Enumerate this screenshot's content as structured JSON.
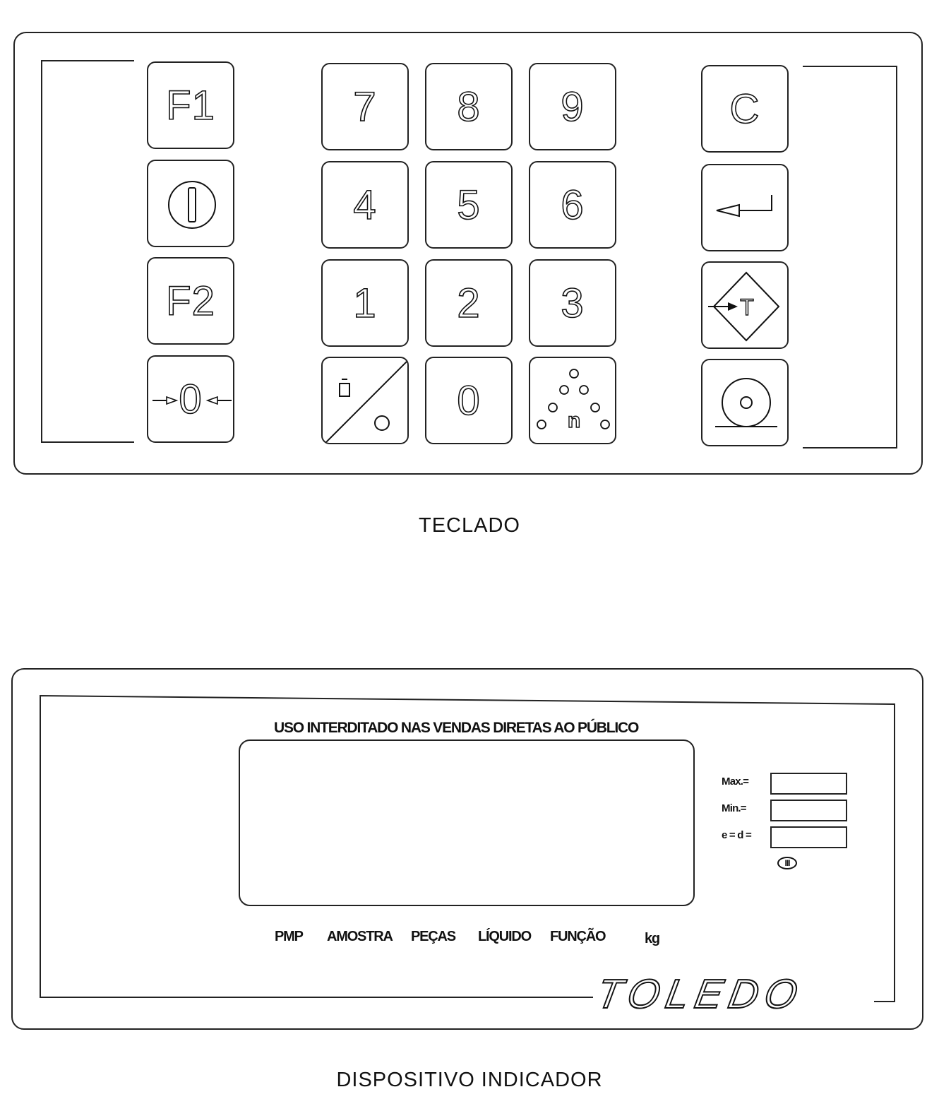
{
  "keypad": {
    "caption": "TECLADO",
    "keys": {
      "f1": "F1",
      "f2": "F2",
      "k7": "7",
      "k8": "8",
      "k9": "9",
      "k4": "4",
      "k5": "5",
      "k6": "6",
      "k1": "1",
      "k2": "2",
      "k3": "3",
      "k0": "0",
      "clear": "C",
      "zero_set": "0",
      "tare": "T",
      "count": "n"
    },
    "icons": {
      "power": "power-icon",
      "zero_set": "zero-set-icon",
      "sample_weight": "sample-weight-icon",
      "piece_count": "piece-count-icon",
      "enter": "enter-arrow-icon",
      "tare": "tare-icon",
      "print": "print-roll-icon"
    }
  },
  "indicator": {
    "caption": "DISPOSITIVO INDICADOR",
    "warning": "USO INTERDITADO NAS VENDAS DIRETAS AO PÚBLICO",
    "annunciators": [
      "PMP",
      "AMOSTRA",
      "PEÇAS",
      "LÍQUIDO",
      "FUNÇÃO",
      "kg"
    ],
    "specs": {
      "max": "Max.=",
      "min": "Min.=",
      "e_d": "e = d =",
      "class": "III"
    },
    "brand": "TOLEDO"
  }
}
